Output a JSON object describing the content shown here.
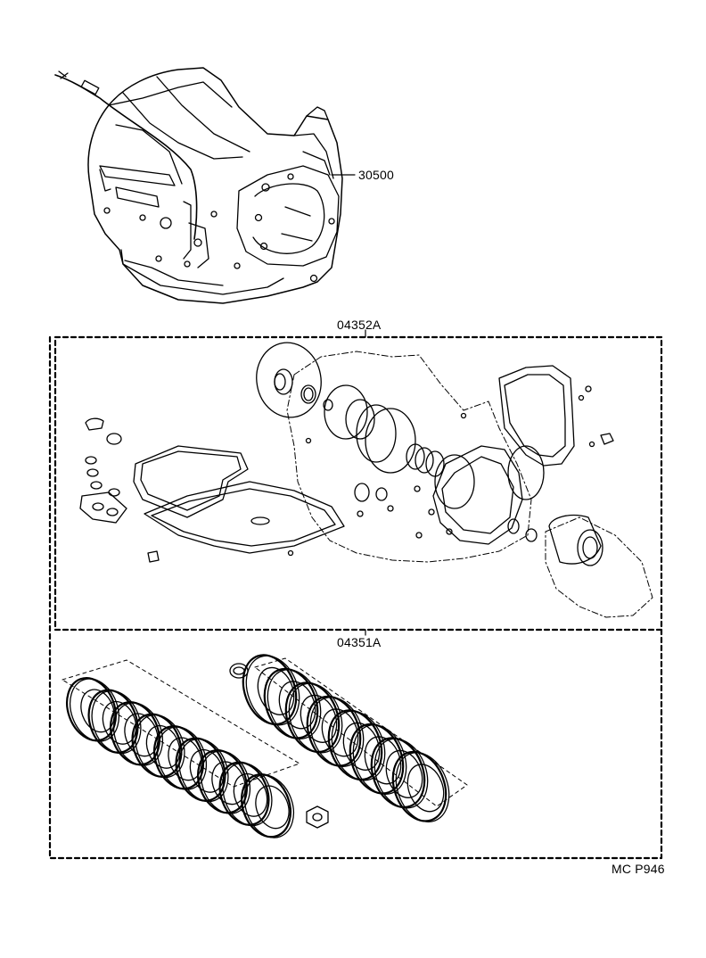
{
  "diagram": {
    "callouts": {
      "transaxle_assembly": "30500",
      "gasket_kit": "04352A",
      "clutch_disc_kit": "04351A"
    },
    "reference_code": "MC P946"
  }
}
